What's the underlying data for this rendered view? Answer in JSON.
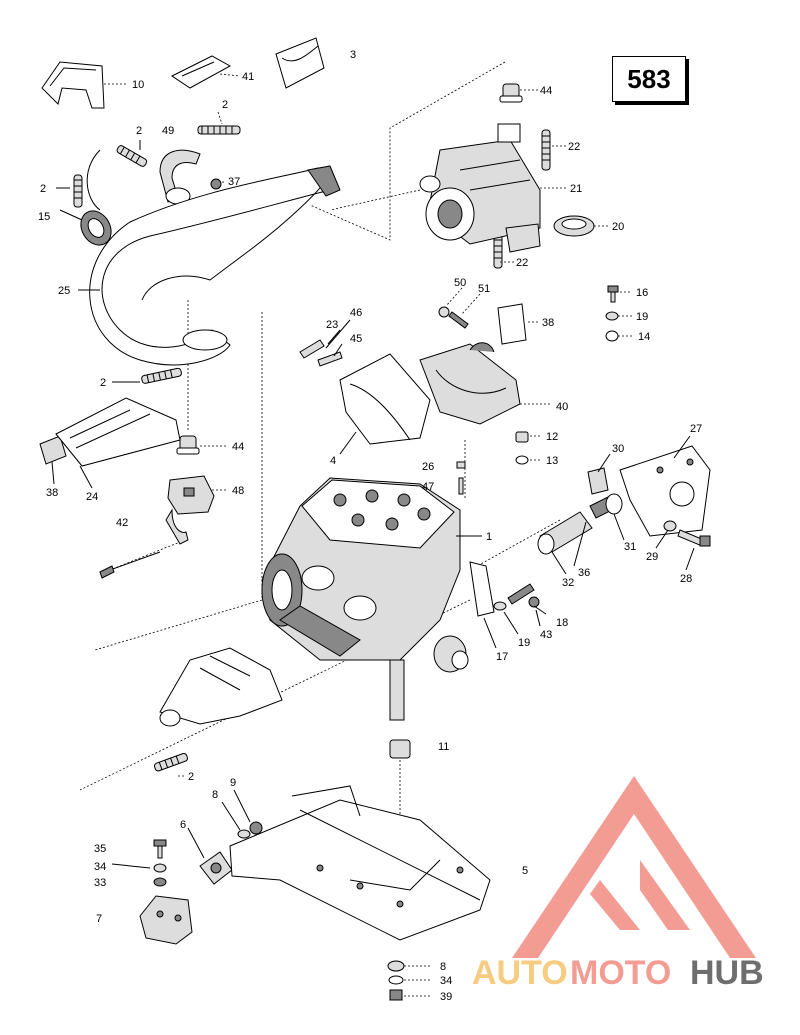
{
  "page_ref": "583",
  "watermark": {
    "brand_auto": "AUTO",
    "brand_moto": "MOTO",
    "brand_hub": "HUB",
    "color_primary": "#f28b82",
    "color_secondary": "#f6c26b",
    "color_dark": "#555555"
  },
  "callouts": [
    {
      "label": "10"
    },
    {
      "label": "41"
    },
    {
      "label": "3"
    },
    {
      "label": "44"
    },
    {
      "label": "2"
    },
    {
      "label": "49"
    },
    {
      "label": "2"
    },
    {
      "label": "22"
    },
    {
      "label": "37"
    },
    {
      "label": "21"
    },
    {
      "label": "2"
    },
    {
      "label": "15"
    },
    {
      "label": "20"
    },
    {
      "label": "22"
    },
    {
      "label": "50"
    },
    {
      "label": "51"
    },
    {
      "label": "16"
    },
    {
      "label": "25"
    },
    {
      "label": "19"
    },
    {
      "label": "14"
    },
    {
      "label": "46"
    },
    {
      "label": "23"
    },
    {
      "label": "45"
    },
    {
      "label": "38"
    },
    {
      "label": "2"
    },
    {
      "label": "40"
    },
    {
      "label": "12"
    },
    {
      "label": "13"
    },
    {
      "label": "44"
    },
    {
      "label": "27"
    },
    {
      "label": "4"
    },
    {
      "label": "26"
    },
    {
      "label": "47"
    },
    {
      "label": "30"
    },
    {
      "label": "38"
    },
    {
      "label": "24"
    },
    {
      "label": "48"
    },
    {
      "label": "42"
    },
    {
      "label": "1"
    },
    {
      "label": "31"
    },
    {
      "label": "29"
    },
    {
      "label": "36"
    },
    {
      "label": "32"
    },
    {
      "label": "28"
    },
    {
      "label": "18"
    },
    {
      "label": "43"
    },
    {
      "label": "19"
    },
    {
      "label": "17"
    },
    {
      "label": "11"
    },
    {
      "label": "2"
    },
    {
      "label": "9"
    },
    {
      "label": "8"
    },
    {
      "label": "6"
    },
    {
      "label": "35"
    },
    {
      "label": "34"
    },
    {
      "label": "33"
    },
    {
      "label": "5"
    },
    {
      "label": "7"
    },
    {
      "label": "8"
    },
    {
      "label": "34"
    },
    {
      "label": "39"
    }
  ]
}
